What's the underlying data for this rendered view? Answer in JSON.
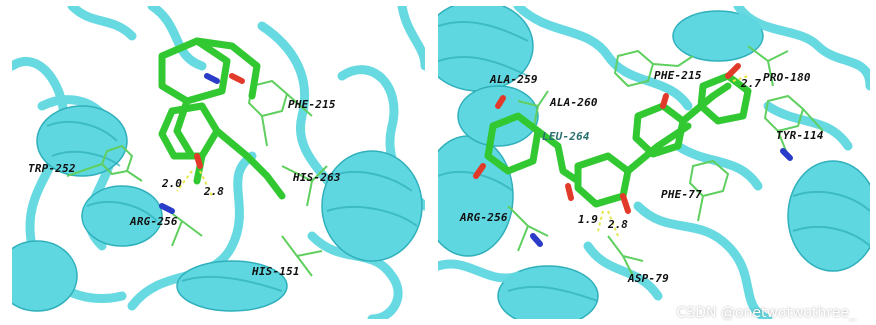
{
  "colors": {
    "protein": "#5fd7e0",
    "protein_shadow": "#2fb0bb",
    "ligand": "#32c832",
    "residue": "#5fcf5f",
    "oxygen": "#e23a2a",
    "nitrogen": "#2a3cc8",
    "hbond": "#e6e64a"
  },
  "left_panel": {
    "labels": [
      "PHE-215",
      "TRP-252",
      "HIS-263",
      "ARG-256",
      "HIS-151"
    ],
    "distances": [
      "2.0",
      "2.8"
    ]
  },
  "right_panel": {
    "labels": [
      "ALA-259",
      "PHE-215",
      "PRO-180",
      "ALA-260",
      "LEU-264",
      "TYR-114",
      "PHE-77",
      "ARG-256",
      "ASP-79"
    ],
    "distances": [
      "2.7",
      "1.9",
      "2.8"
    ]
  },
  "watermark": "CSDN @onetwotwothree_"
}
